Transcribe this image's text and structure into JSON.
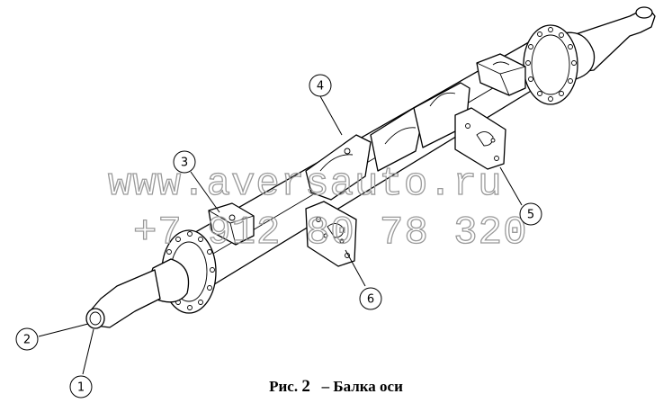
{
  "figure": {
    "caption_prefix": "Рис.",
    "caption_number": "2",
    "caption_title": "– Балка оси"
  },
  "callouts": [
    {
      "id": "1",
      "label": "1"
    },
    {
      "id": "2",
      "label": "2"
    },
    {
      "id": "3",
      "label": "3"
    },
    {
      "id": "4",
      "label": "4"
    },
    {
      "id": "5",
      "label": "5"
    },
    {
      "id": "6",
      "label": "6"
    }
  ],
  "watermark": {
    "url": "www.aversauto.ru",
    "phone": "+7 912 80 78 320"
  }
}
